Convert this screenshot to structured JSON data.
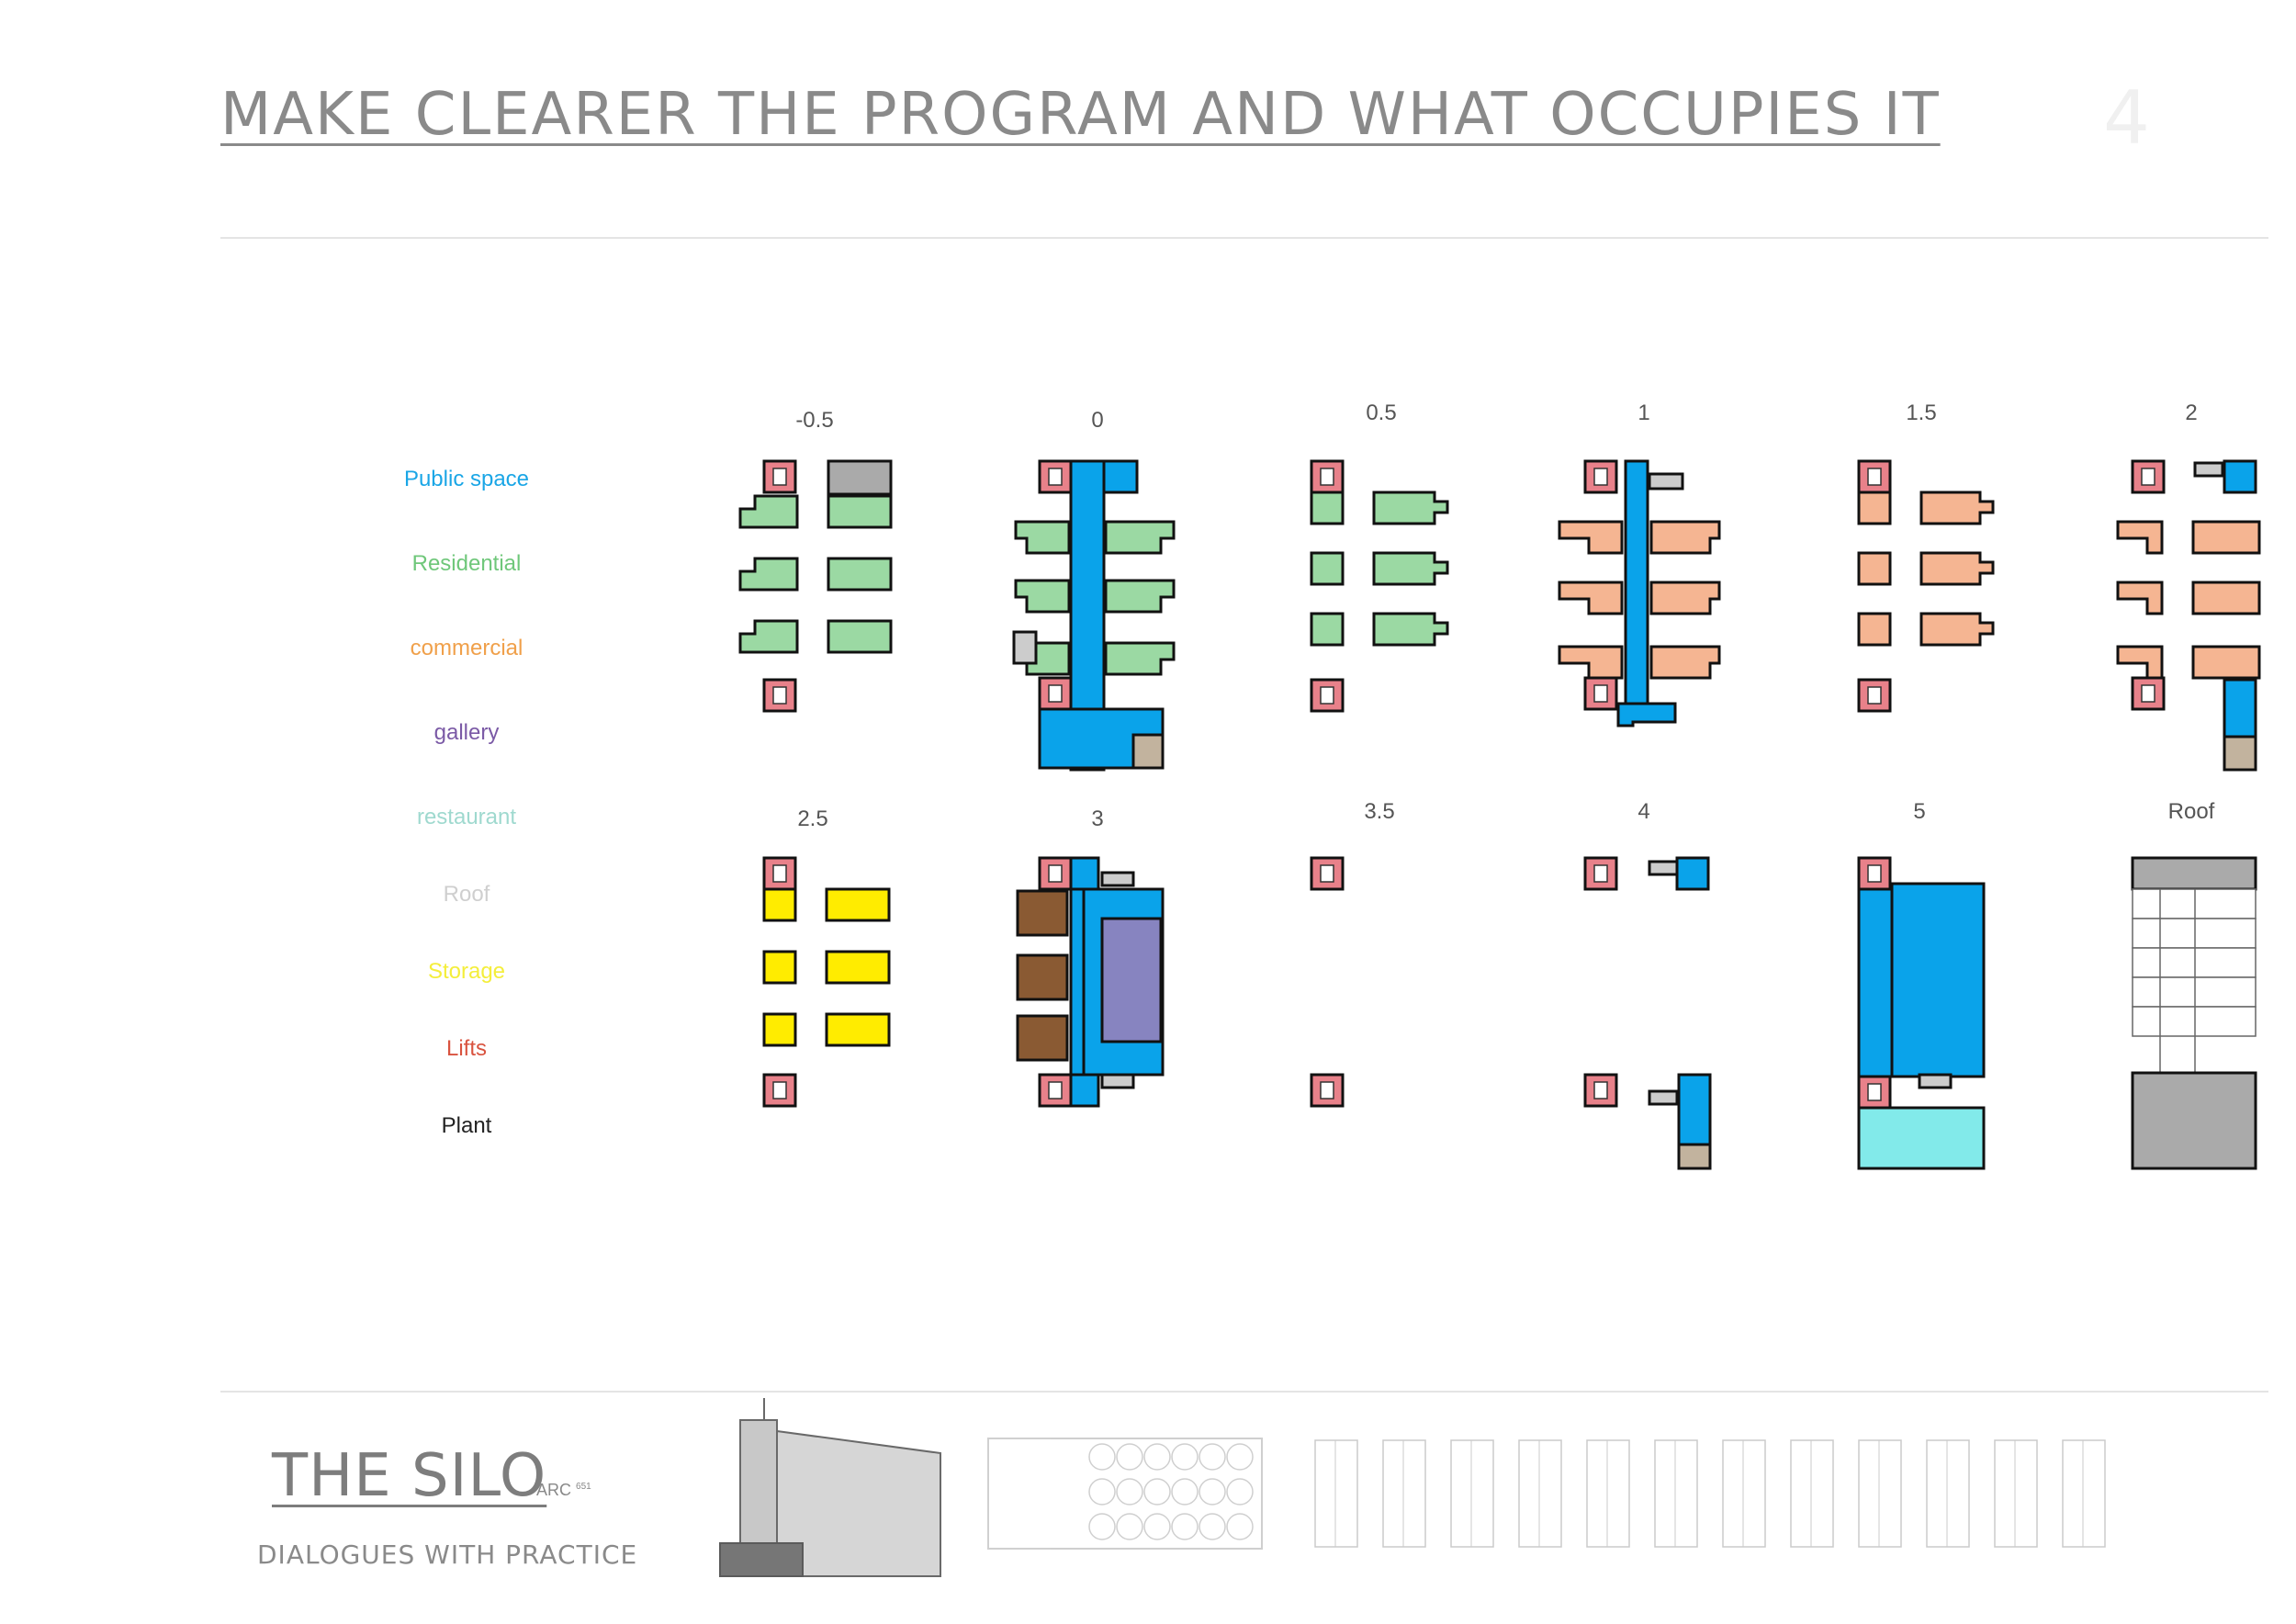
{
  "header": {
    "title": "MAKE CLEARER THE PROGRAM AND WHAT OCCUPIES IT",
    "page_number": "4"
  },
  "legend": [
    {
      "label": "Public space",
      "color": "#1aa6e6"
    },
    {
      "label": "Residential",
      "color": "#6fc77a"
    },
    {
      "label": "commercial",
      "color": "#f0a04a"
    },
    {
      "label": "gallery",
      "color": "#7b5aa6"
    },
    {
      "label": "restaurant",
      "color": "#9fd9cf"
    },
    {
      "label": "Roof",
      "color": "#cfcfcf"
    },
    {
      "label": "Storage",
      "color": "#f4ee3a"
    },
    {
      "label": "Lifts",
      "color": "#d9533f"
    },
    {
      "label": "Plant",
      "color": "#222222"
    }
  ],
  "floors_row1": [
    "-0.5",
    "0",
    "0.5",
    "1",
    "1.5",
    "2"
  ],
  "floors_row2": [
    "2.5",
    "3",
    "3.5",
    "4",
    "5",
    "Roof"
  ],
  "fills": {
    "lift": "#e8818a",
    "public": "#0aa3ea",
    "residential": "#9bd9a3",
    "commercial": "#f5b592",
    "storage": "#ffec00",
    "gallery": "#8784c0",
    "restaurant": "#82eaea",
    "roof": "#aaaaaa",
    "plant": "#c2b39e",
    "stair": "#cccccc",
    "brown": "#8a5a33"
  },
  "footer": {
    "project": "THE SILO",
    "course": "ARC",
    "course_num": "651",
    "subtitle": "DIALOGUES WITH PRACTICE"
  }
}
